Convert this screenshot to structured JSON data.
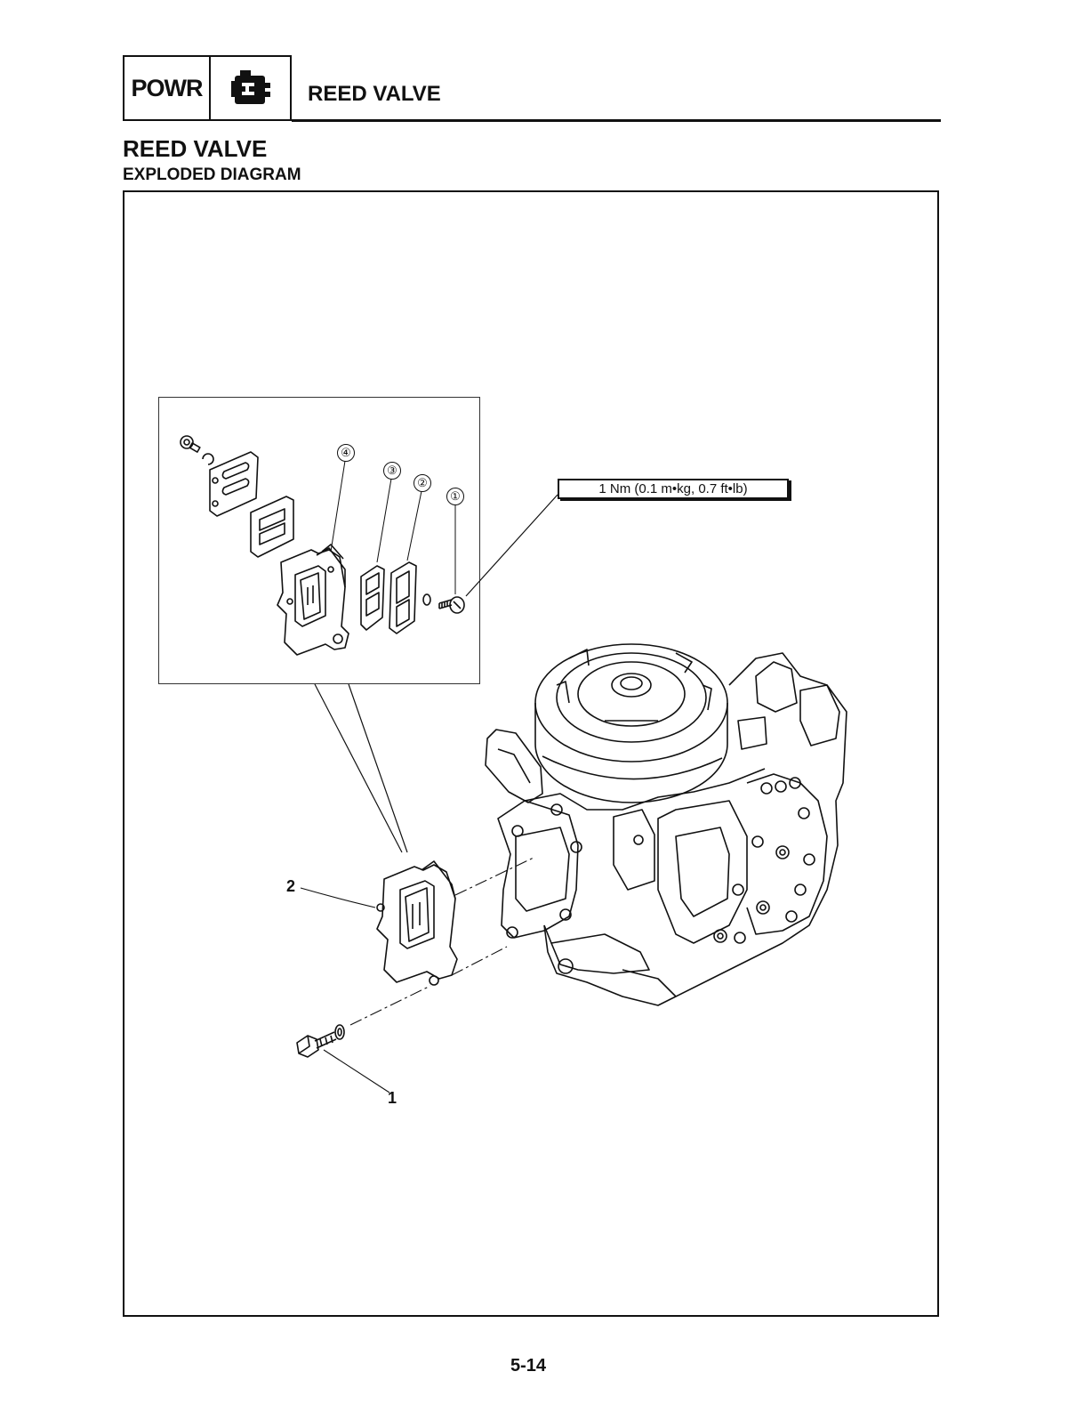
{
  "header": {
    "section_code": "POWR",
    "section_icon": "powerhead-icon",
    "title": "REED VALVE"
  },
  "section": {
    "title": "REED VALVE",
    "subtitle": "EXPLODED DIAGRAM"
  },
  "diagram": {
    "torque_spec": "1 Nm (0.1 m•kg, 0.7 ft•lb)",
    "inset_callouts": [
      "①",
      "②",
      "③",
      "④"
    ],
    "main_callouts": [
      "1",
      "2"
    ]
  },
  "footer": {
    "page_number": "5-14"
  }
}
